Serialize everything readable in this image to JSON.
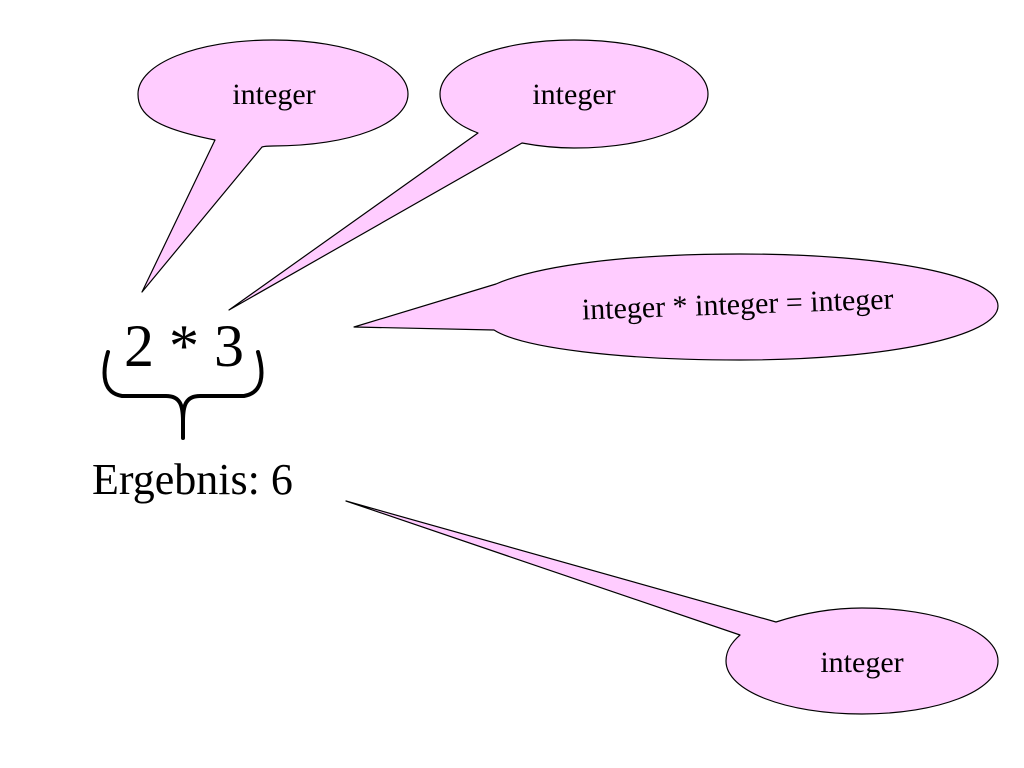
{
  "expression": "2 * 3",
  "result": "Ergebnis: 6",
  "callouts": {
    "left_operand": "integer",
    "right_operand": "integer",
    "operation": "integer * integer = integer",
    "result_type": "integer"
  },
  "colors": {
    "bubble_fill": "#ffccff",
    "outline": "#000000",
    "background": "#ffffff"
  }
}
